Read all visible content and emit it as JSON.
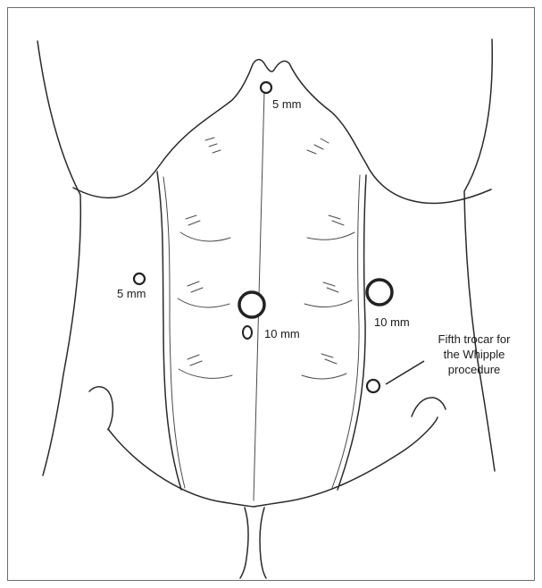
{
  "labels": {
    "top_port": "5 mm",
    "left_port": "5 mm",
    "center_port": "10 mm",
    "right_port": "10 mm",
    "fifth_trocar_line1": "Fifth trocar for",
    "fifth_trocar_line2": "the Whipple",
    "fifth_trocar_line3": "procedure"
  },
  "colors": {
    "stroke": "#222222",
    "background": "#ffffff"
  }
}
